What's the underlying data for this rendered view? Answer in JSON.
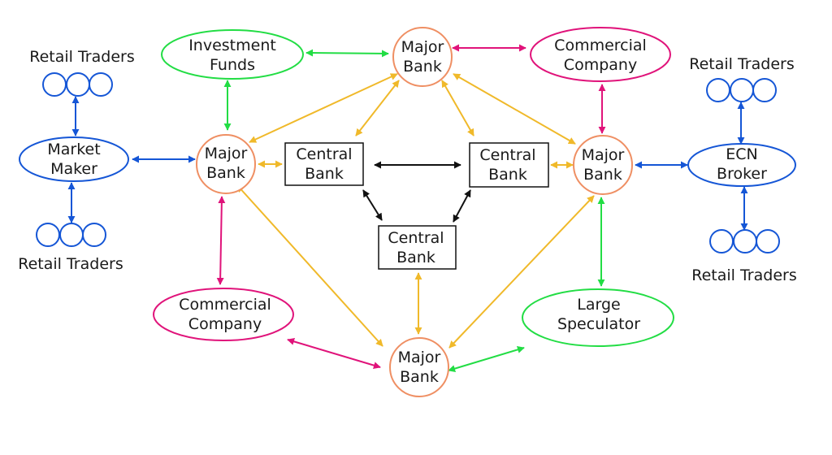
{
  "colors": {
    "bank": "#ef8f63",
    "central": "#111111",
    "investment": "#22dd44",
    "commercial": "#e0137a",
    "retail": "#1556d6",
    "speculator": "#22dd44",
    "link_yellow": "#f0b92a",
    "link_black": "#111111"
  },
  "nodes": {
    "bank_top": [
      "Major",
      "Bank"
    ],
    "bank_left": [
      "Major",
      "Bank"
    ],
    "bank_right": [
      "Major",
      "Bank"
    ],
    "bank_bottom": [
      "Major",
      "Bank"
    ],
    "central_left": [
      "Central",
      "Bank"
    ],
    "central_right": [
      "Central",
      "Bank"
    ],
    "central_bottom": [
      "Central",
      "Bank"
    ],
    "investment_funds": [
      "Investment",
      "Funds"
    ],
    "commercial_top": [
      "Commercial",
      "Company"
    ],
    "commercial_bottom": [
      "Commercial",
      "Company"
    ],
    "market_maker": [
      "Market",
      "Maker"
    ],
    "ecn_broker": [
      "ECN",
      "Broker"
    ],
    "large_speculator": [
      "Large",
      "Speculator"
    ]
  },
  "labels": {
    "retail_top_left": "Retail Traders",
    "retail_bottom_left": "Retail Traders",
    "retail_top_right": "Retail Traders",
    "retail_bottom_right": "Retail Traders"
  }
}
